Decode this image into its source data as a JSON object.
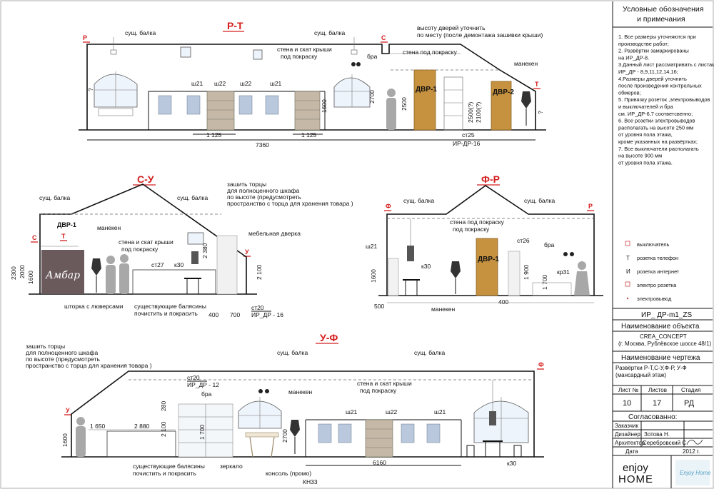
{
  "sections": {
    "rt": {
      "title": "Р-Т",
      "letter_left": "Р",
      "letter_right_top": "С",
      "letter_right": "Т",
      "labels": {
        "beam1": "сущ. балка",
        "beam2": "сущ. балка",
        "wall_roof": "стена и скат крыши",
        "paint": "под покраску",
        "doors_note1": "высоту дверей уточнить",
        "doors_note2": "по месту (после демонтажа зашивки крыши)",
        "wall_paint": "стена под покраску",
        "bra": "бра",
        "mannequin": "манекен",
        "sh21a": "ш21",
        "sh22a": "ш22",
        "sh22b": "ш22",
        "sh21b": "ш21",
        "door1": "ДВР-1",
        "door2": "ДВР-2",
        "dim_2700": "2700",
        "dim_2500": "2500",
        "dim_2500q": "2500(?)",
        "dim_2100q": "2100(?)",
        "dim_1600": "1600",
        "dim_q": "?",
        "dim_1125a": "1 125",
        "dim_1125b": "1 125",
        "dim_7360": "7360",
        "ref1": "ст25",
        "ref2": "ИР-ДР-16"
      }
    },
    "su": {
      "title": "С-У",
      "letter_left": "С",
      "letter_t": "Т",
      "letter_right": "У",
      "labels": {
        "beam1": "сущ. балка",
        "beam2": "сущ. балка",
        "note1": "зашить торцы",
        "note2": "для полноценного шкафа",
        "note3": "по высоте (предусмотреть",
        "note4": "пространство с торца для хранения товара )",
        "door": "ДВР-1",
        "mannequin": "манекен",
        "wall_roof": "стена и скат крыши",
        "paint": "под покраску",
        "furniture": "мебельная дверка",
        "st27": "ст27",
        "k30": "к30",
        "dim_2380": "2 380",
        "dim_2100": "2 100",
        "dim_2300": "2300",
        "dim_2000": "2000",
        "dim_1600": "1600",
        "dim_400": "400",
        "dim_700": "700",
        "curtain": "шторка с люверсами",
        "balusters1": "существующие балясины",
        "balusters2": "почистить и покрасить",
        "ref1": "ст20",
        "ref2": "ИР_ДР - 16",
        "logo": "Амбар"
      }
    },
    "fr": {
      "title": "Ф-Р",
      "letter_left": "Ф",
      "letter_right": "Р",
      "labels": {
        "beam1": "сущ. балка",
        "beam2": "сущ. балка",
        "wall_paint1": "стена под покраску",
        "wall_paint2": "под покраску",
        "sh21": "ш21",
        "k30": "к30",
        "st26": "ст26",
        "bra": "бра",
        "kr31": "кр31",
        "door": "ДВР-1",
        "dim_1600": "1600",
        "dim_1900": "1 900",
        "dim_1700": "1 700",
        "dim_500": "500",
        "dim_400": "400",
        "mannequin": "манекен"
      }
    },
    "uf": {
      "title": "У-Ф",
      "letter_left": "У",
      "letter_right": "Ф",
      "labels": {
        "note1": "зашить торцы",
        "note2": "для полноценного шкафа",
        "note3": "по высоте (предусмотреть",
        "note4": "пространство с торца для хранения товара )",
        "beam1": "сущ. балка",
        "beam2": "сущ. балка",
        "st20": "ст20",
        "ref": "ИР_ДР - 12",
        "bra": "бра",
        "mannequin": "манекен",
        "wall_roof": "стена и скат крыши",
        "paint": "под покраску",
        "sh21a": "ш21",
        "sh22": "ш22",
        "sh21b": "ш21",
        "dim_1650": "1 650",
        "dim_2880": "2 880",
        "dim_280": "280",
        "dim_2100": "2 100",
        "dim_1700": "1 700",
        "dim_2700": "2700",
        "dim_1600": "1600",
        "dim_6160": "6160",
        "balusters1": "существующие балясины",
        "balusters2": "почистить и покрасить",
        "mirror": "зеркало",
        "console": "консоль (промо)",
        "kn33": "КН33",
        "k30": "к30"
      }
    }
  },
  "sidebar": {
    "heading1": "Условные обозначения",
    "heading2": "и примечания",
    "notes": [
      "1. Все размеры уточняются при",
      "производстве работ;",
      "2. Развёртки замаркированы",
      "на ИР_ДР-8.",
      "3.Данный лист рассматривать с листами",
      "ИР_ДР - 8,9,11,12,14,16;",
      "4.Размеры дверей уточнить",
      "после произведения контрольных",
      "обмеров;",
      "5. Привязку розеток ,электровыводов",
      "и выключателей и бра",
      " см. ИР_ДР-6,7 соответсвенно;",
      "6. Все розетки электровыводов",
      "располагать на высоте 250 мм",
      "от уровня пола этажа,",
      "кроме указанных на развёртках;",
      "7. Все выключатели располагать",
      "на высоте 900 мм",
      "от уровня пола этажа."
    ],
    "legend": [
      {
        "icon": "switch-icon",
        "label": "выключатель"
      },
      {
        "icon": "phone-socket-icon",
        "label": "розетка телефон",
        "glyph": "Т"
      },
      {
        "icon": "internet-socket-icon",
        "label": "розетка интернет",
        "glyph": "И"
      },
      {
        "icon": "power-socket-icon",
        "label": "электро розетка"
      },
      {
        "icon": "outlet-icon",
        "label": "электровывод"
      }
    ],
    "sheet_code": "ИР_ ДР-m1_ZS",
    "object_header": "Наименование объекта",
    "object_name1": "CREA_CONCEPT",
    "object_name2": "(г. Москва, Рублёвское шоссе 48/1)",
    "drawing_header": "Наименование чертежа",
    "drawing_name1": "Развёртки Р-Т,С-У,Ф-Р, У-Ф",
    "drawing_name2": "(мансардный этаж)",
    "sheet_label": "Лист №",
    "sheets_label": "Листов",
    "stage_label": "Стадия",
    "sheet_no": "10",
    "sheets_total": "17",
    "stage": "РД",
    "agreed": "Согласованно:",
    "client_label": "Заказчик",
    "designer_label": "Дизайнер",
    "designer_name": "Зотова Н.",
    "architect_label": "Архитектор",
    "architect_name": "Серебровский С.",
    "date_label": "Дата",
    "date_value": "2012 г.",
    "brand1": "enjoy",
    "brand2": "HOME",
    "brand_logo": "Enjoy Home"
  }
}
